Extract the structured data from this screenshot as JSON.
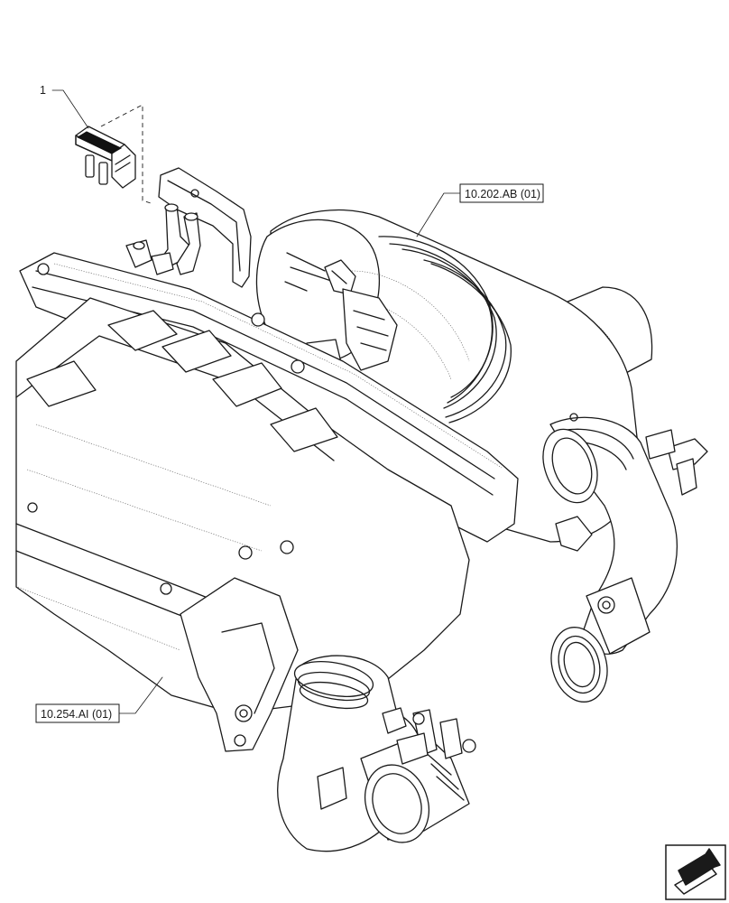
{
  "callouts": {
    "item_1": "1",
    "ref_top": "10.202.AB (01)",
    "ref_bottom": "10.254.AI (01)"
  },
  "icons": {
    "corner": "next-page-arrow-icon"
  },
  "colors": {
    "line": "#1a1a1a",
    "background": "#ffffff"
  }
}
